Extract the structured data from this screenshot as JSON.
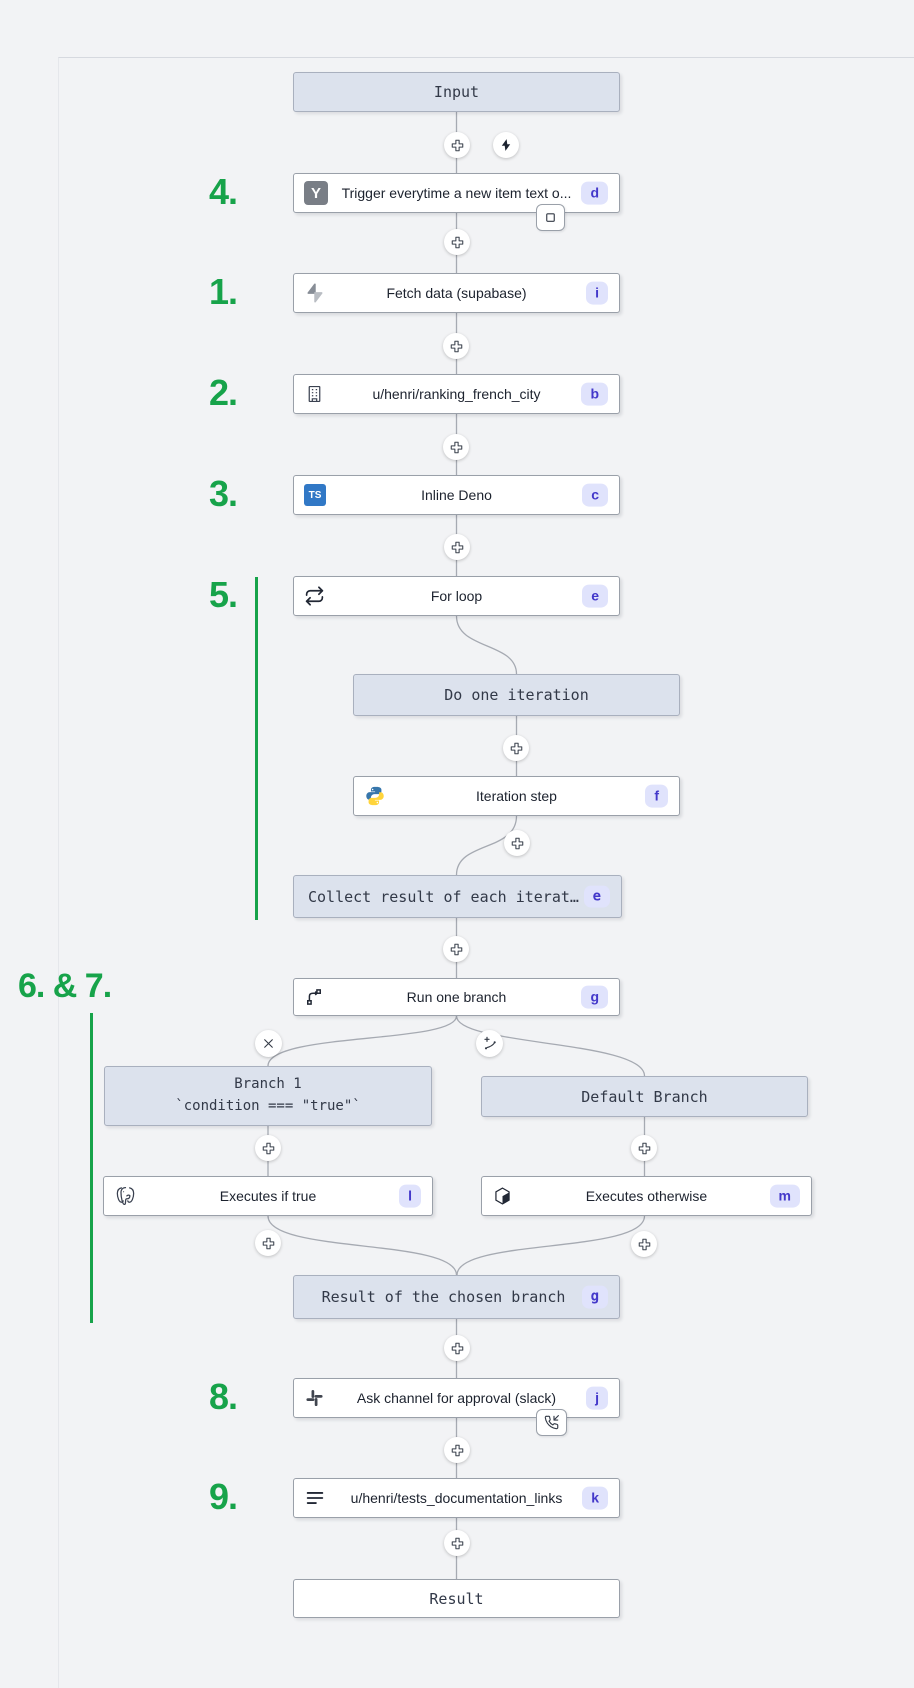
{
  "colors": {
    "background": "#f2f3f5",
    "annotation_green": "#17a34a",
    "badge_bg": "#e0e3fc",
    "badge_text": "#4338ca",
    "virtual_node_bg": "#dce2ed",
    "node_border": "#9aa0a9",
    "typescript_blue": "#3178c6",
    "python_blue": "#3776ab",
    "python_yellow": "#ffd43b"
  },
  "annotations": {
    "n4": "4.",
    "n1": "1.",
    "n2": "2.",
    "n3": "3.",
    "n5": "5.",
    "n67": "6. & 7.",
    "n8": "8.",
    "n9": "9."
  },
  "quick_actions": {
    "plus": "plus-icon",
    "zap": "zap-icon",
    "remove_branch": "x-icon",
    "add_branch": "add-branch-icon"
  },
  "nodes": {
    "input": {
      "label": "Input"
    },
    "trigger": {
      "label": "Trigger everytime a new item text o...",
      "badge": "d",
      "icon": "hackernews-icon",
      "icon_text": "Y",
      "decorator": "early-stop-square-icon"
    },
    "fetch": {
      "label": "Fetch data (supabase)",
      "badge": "i",
      "icon": "supabase-icon"
    },
    "ranking": {
      "label": "u/henri/ranking_french_city",
      "badge": "b",
      "icon": "building-icon"
    },
    "deno": {
      "label": "Inline Deno",
      "badge": "c",
      "icon": "typescript-icon",
      "icon_text": "TS"
    },
    "forloop": {
      "label": "For loop",
      "badge": "e",
      "icon": "repeat-icon"
    },
    "do_iteration": {
      "label": "Do one iteration"
    },
    "iteration_step": {
      "label": "Iteration step",
      "badge": "f",
      "icon": "python-icon"
    },
    "collect": {
      "label": "Collect result of each iteration",
      "badge": "e"
    },
    "run_branch": {
      "label": "Run one branch",
      "badge": "g",
      "icon": "git-branch-icon"
    },
    "branch1": {
      "label": "Branch 1",
      "sublabel": "`condition === \"true\"`"
    },
    "default_branch": {
      "label": "Default Branch"
    },
    "exec_true": {
      "label": "Executes if true",
      "badge": "l",
      "icon": "postgres-icon"
    },
    "exec_otherwise": {
      "label": "Executes otherwise",
      "badge": "m",
      "icon": "cube-icon"
    },
    "result_branch": {
      "label": "Result of the chosen branch",
      "badge": "g"
    },
    "slack": {
      "label": "Ask channel for approval (slack)",
      "badge": "j",
      "icon": "slack-icon",
      "decorator": "phone-incoming-icon"
    },
    "docs": {
      "label": "u/henri/tests_documentation_links",
      "badge": "k",
      "icon": "text-lines-icon"
    },
    "result": {
      "label": "Result"
    }
  }
}
